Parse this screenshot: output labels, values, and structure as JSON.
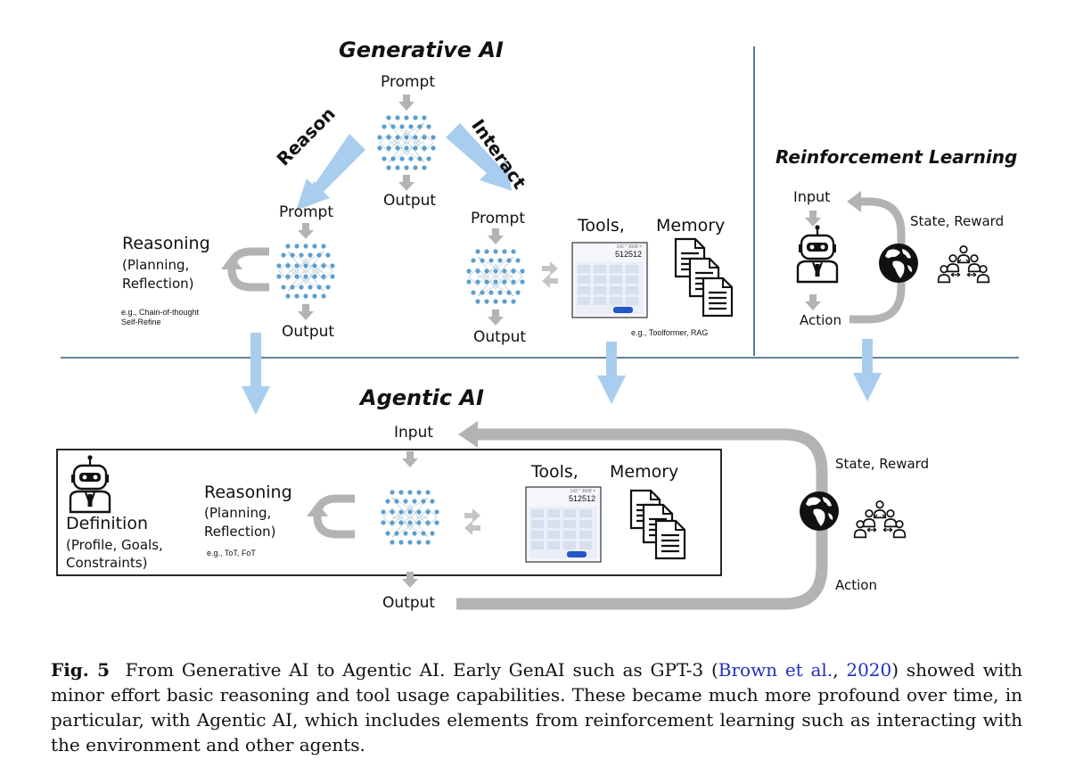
{
  "generative": {
    "title": "Generative AI",
    "prompt_top": "Prompt",
    "output_top": "Output",
    "reason_arrow": "Reason",
    "interact_arrow": "Interact",
    "reasoning_title": "Reasoning",
    "reasoning_sub1": "(Planning,",
    "reasoning_sub2": "Reflection)",
    "reasoning_examples": "e.g., Chain-of-thought\nSelf-Refine",
    "reason_prompt": "Prompt",
    "reason_output": "Output",
    "interact_prompt": "Prompt",
    "interact_output": "Output",
    "tools_label": "Tools,",
    "memory_label": "Memory",
    "tools_examples": "e.g., Toolformer, RAG",
    "calc_display": "512512",
    "calc_small": "142 * 3608 ="
  },
  "rl": {
    "title": "Reinforcement Learning",
    "input": "Input",
    "action": "Action",
    "state_reward": "State, Reward"
  },
  "agentic": {
    "title": "Agentic AI",
    "input": "Input",
    "output": "Output",
    "definition_title": "Definition",
    "definition_sub1": "(Profile, Goals,",
    "definition_sub2": "Constraints)",
    "reasoning_title": "Reasoning",
    "reasoning_sub1": "(Planning,",
    "reasoning_sub2": "Reflection)",
    "reasoning_examples": "e.g., ToT, FoT",
    "tools_label": "Tools,",
    "memory_label": "Memory",
    "state_reward": "State, Reward",
    "action": "Action",
    "calc_display": "512512",
    "calc_small": "142 * 3608 ="
  },
  "caption": {
    "label": "Fig. 5",
    "text_before": "From Generative AI to Agentic AI. Early GenAI such as GPT-3 (",
    "citation_authors": "Brown et al.",
    "citation_sep": ", ",
    "citation_year": "2020",
    "text_after": ") showed with minor effort basic reasoning and tool usage capabilities. These became much more profound over time, in particular, with Agentic AI, which includes elements from reinforcement learning such as interacting with the environment and other agents."
  },
  "colors": {
    "blue_arrow": "#a9cdee",
    "gray_arrow": "#b3b3b3",
    "divider": "#2d5874",
    "net_node": "#5a9fd0",
    "net_edge": "#7f9fb5",
    "citation": "#1f2fbf"
  },
  "icons": [
    "neural-network-icon",
    "calculator-icon",
    "documents-icon",
    "robot-icon",
    "globe-icon",
    "people-group-icon",
    "loop-arrow-icon",
    "exchange-arrows-icon"
  ]
}
